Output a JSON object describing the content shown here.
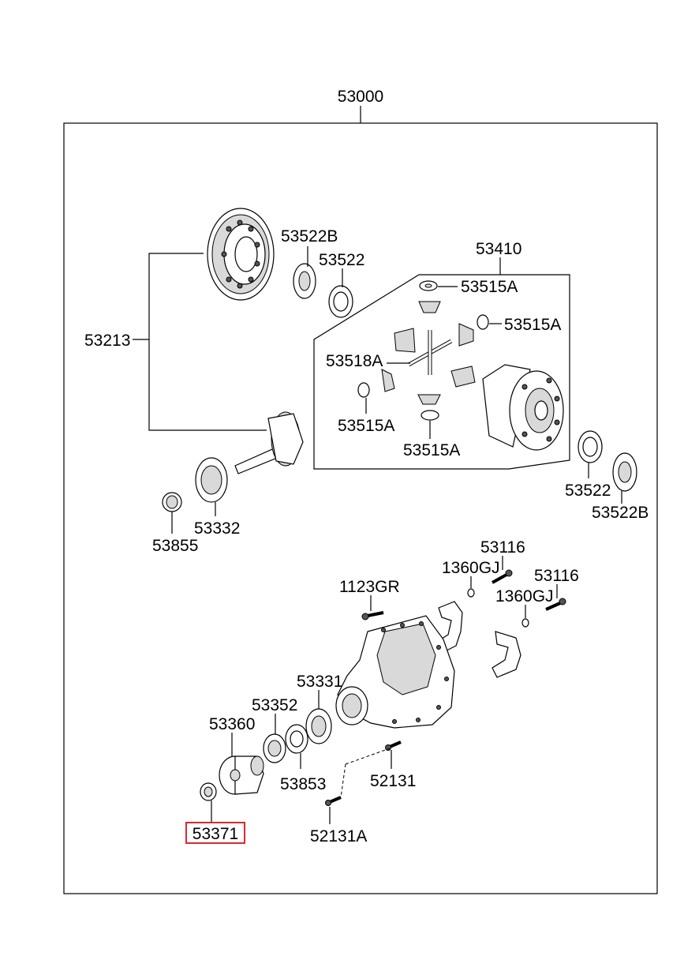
{
  "diagram": {
    "assembly_number": "53000",
    "labels": {
      "l53213": "53213",
      "l53522b_top": "53522B",
      "l53522_top": "53522",
      "l53410": "53410",
      "l53515a_1": "53515A",
      "l53515a_2": "53515A",
      "l53518a": "53518A",
      "l53515a_3": "53515A",
      "l53515a_4": "53515A",
      "l53522_bot": "53522",
      "l53522b_bot": "53522B",
      "l53332": "53332",
      "l53855": "53855",
      "l53116_1": "53116",
      "l1360gj_1": "1360GJ",
      "l53116_2": "53116",
      "l1360gj_2": "1360GJ",
      "l1123gr": "1123GR",
      "l53331": "53331",
      "l53352": "53352",
      "l53360": "53360",
      "l53853": "53853",
      "l52131": "52131",
      "l52131a": "52131A",
      "l53371": "53371"
    },
    "highlighted_part": "53371",
    "highlight_color": "#e0262f"
  }
}
